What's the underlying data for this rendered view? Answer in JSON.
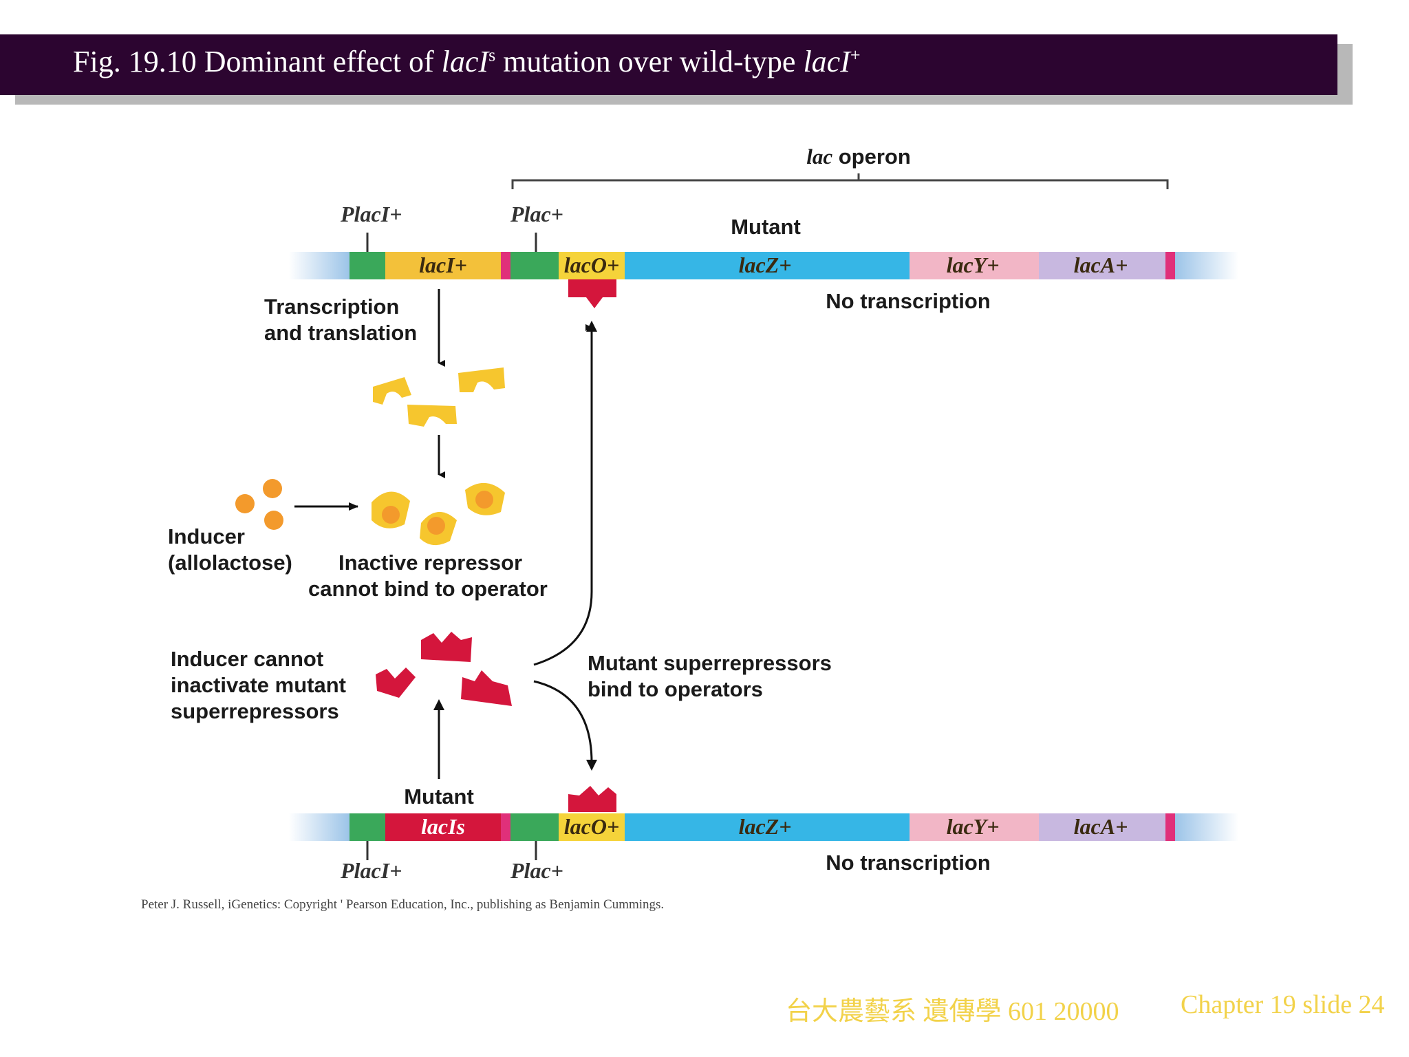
{
  "slide": {
    "title_prefix": "Fig. 19.10  Dominant effect of ",
    "title_gene_1": "lacI",
    "title_sup_1": "s",
    "title_middle": " mutation over wild-type ",
    "title_gene_2": "lacI",
    "title_sup_2": "+",
    "footer_course": "台大農藝系 遺傳學 601 20000",
    "footer_chapter": "Chapter 19 slide 24",
    "credit": "Peter J. Russell, iGenetics: Copyright ' Pearson Education, Inc., publishing as Benjamin Cummings."
  },
  "diagram": {
    "operon_label": "lac operon",
    "top_dna": {
      "promoter_laci": "PlacI+",
      "promoter_lac": "Plac+",
      "laci": "lacI+",
      "laco": "lacO+",
      "lacz": "lacZ+",
      "lacy": "lacY+",
      "laca": "lacA+",
      "mutant_label": "Mutant",
      "status": "No transcription"
    },
    "bottom_dna": {
      "promoter_laci": "PlacI+",
      "promoter_lac": "Plac+",
      "laci": "lacIs",
      "laco": "lacO+",
      "lacz": "lacZ+",
      "lacy": "lacY+",
      "laca": "lacA+",
      "mutant_label": "Mutant",
      "status": "No transcription"
    },
    "labels": {
      "transcription_1": "Transcription",
      "transcription_2": "and translation",
      "inducer_1": "Inducer",
      "inducer_2": "(allolactose)",
      "inactive_1": "Inactive repressor",
      "inactive_2": "cannot bind to operator",
      "cannot_1": "Inducer cannot",
      "cannot_2": "inactivate mutant",
      "cannot_3": "superrepressors",
      "super_1": "Mutant superrepressors",
      "super_2": "bind to operators"
    },
    "colors": {
      "promoter": "#3aa85a",
      "laci_wt": "#f3c13a",
      "laci_mut": "#d4163c",
      "operator": "#f5d33a",
      "lacz": "#36b6e6",
      "lacy": "#f2b6c6",
      "laca": "#c8b8e0",
      "terminator": "#e0307a",
      "flank": "#9cc4e8"
    }
  }
}
